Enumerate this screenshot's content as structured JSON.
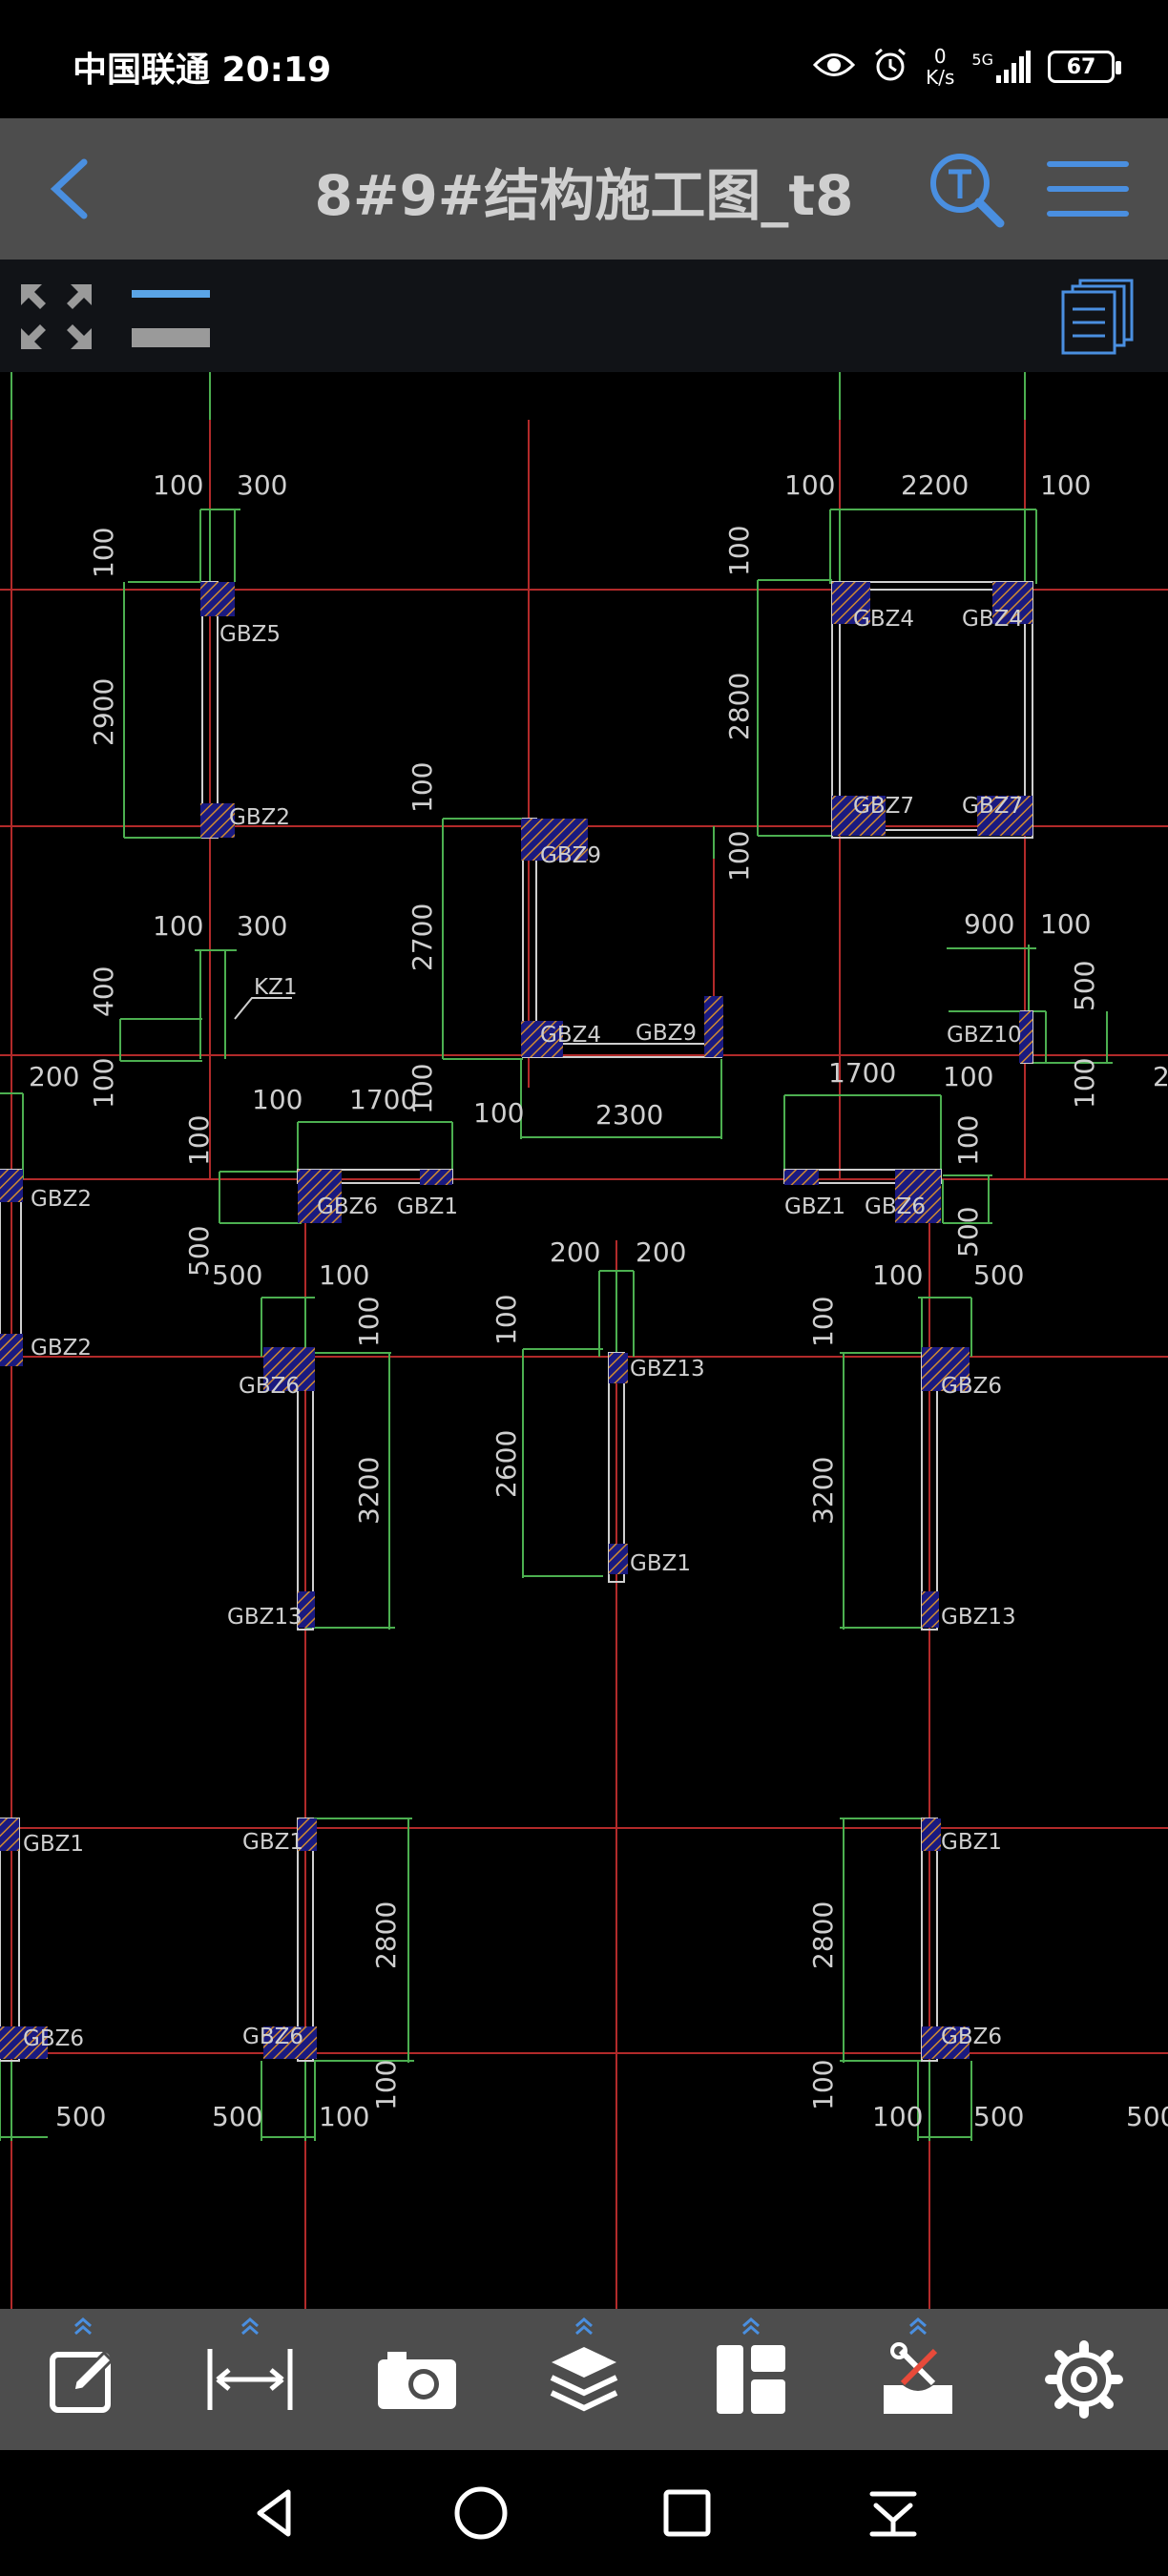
{
  "status_bar": {
    "carrier_time": "中国联通 20:19",
    "net_speed_value": "0",
    "net_speed_unit": "K/s",
    "signal_label": "5G",
    "battery": "67"
  },
  "header": {
    "title": "8#9#结构施工图_t8"
  },
  "colors": {
    "accent": "#4a8fe0",
    "axis_line": "#b22a2a",
    "dimension": "#4caf50",
    "wall": "#cfcfcf",
    "hatch": "#3a3ad0",
    "toolbar_bg": "#4d4d4d"
  },
  "cad_toolbar": {
    "icons": [
      "fullscreen-icon",
      "layer-lines-icon",
      "layout-list-icon"
    ]
  },
  "drawing": {
    "labels": {
      "gbz5": "GBZ5",
      "gbz2_a": "GBZ2",
      "gbz4_a": "GBZ4",
      "gbz4_b": "GBZ4",
      "gbz7_a": "GBZ7",
      "gbz7_b": "GBZ7",
      "gbz9_a": "GBZ9",
      "kz1": "KZ1",
      "gbz4_c": "GBZ4",
      "gbz9_b": "GBZ9",
      "gbz10": "GBZ10",
      "gbz2_b": "GBZ2",
      "gbz6_a": "GBZ6",
      "gbz1_a": "GBZ1",
      "gbz1_b": "GBZ1",
      "gbz6_b": "GBZ6",
      "gbz2_c": "GBZ2",
      "gbz6_c": "GBZ6",
      "gbz13_a": "GBZ13",
      "gbz6_d": "GBZ6",
      "gbz1_c": "GBZ1",
      "gbz13_b": "GBZ13",
      "gbz13_c": "GBZ13",
      "gbz1_d": "GBZ1",
      "gbz1_e": "GBZ1",
      "gbz1_f": "GBZ1",
      "gbz6_e": "GBZ6",
      "gbz6_f": "GBZ6",
      "gbz6_g": "GBZ6"
    },
    "dims": {
      "d100_a": "100",
      "d300_a": "300",
      "d100_b": "100",
      "d2200": "2200",
      "d100_c": "100",
      "d100_v1": "100",
      "d2900": "2900",
      "d100_v2": "100",
      "d2800_a": "2800",
      "d100_v3": "100",
      "d2700": "2700",
      "d100_v4": "100",
      "d100_d": "100",
      "d300_b": "300",
      "d900": "900",
      "d100_e": "100",
      "d400": "400",
      "d100_v5": "100",
      "d500_v1": "500",
      "d100_v6": "100",
      "d200_a": "200",
      "d100_f": "100",
      "d1700_a": "1700",
      "d100_v7": "100",
      "d100_g": "100",
      "d2300": "2300",
      "d1700_b": "1700",
      "d100_h": "100",
      "d100_v8": "100",
      "d100_v9": "100",
      "d500_v2": "500",
      "d500_v3": "500",
      "d500_a": "500",
      "d100_i": "100",
      "d200_b": "200",
      "d200_c": "200",
      "d100_j": "100",
      "d500_b": "500",
      "d100_v10": "100",
      "d100_v11": "100",
      "d100_v12": "100",
      "d3200_a": "3200",
      "d2600": "2600",
      "d3200_b": "3200",
      "d2800_b": "2800",
      "d2800_c": "2800",
      "d500_c": "500",
      "d500_d": "500",
      "d100_k": "100",
      "d100_v13": "100",
      "d100_v14": "100",
      "d100_l": "100",
      "d500_e": "500",
      "d500_f": "500",
      "d2_edge": "2"
    }
  },
  "bottom_toolbar": {
    "items": [
      {
        "icon": "edit-icon"
      },
      {
        "icon": "measure-icon"
      },
      {
        "icon": "camera-icon"
      },
      {
        "icon": "layers-icon"
      },
      {
        "icon": "layout-icon"
      },
      {
        "icon": "tools-icon"
      },
      {
        "icon": "settings-icon"
      }
    ]
  }
}
